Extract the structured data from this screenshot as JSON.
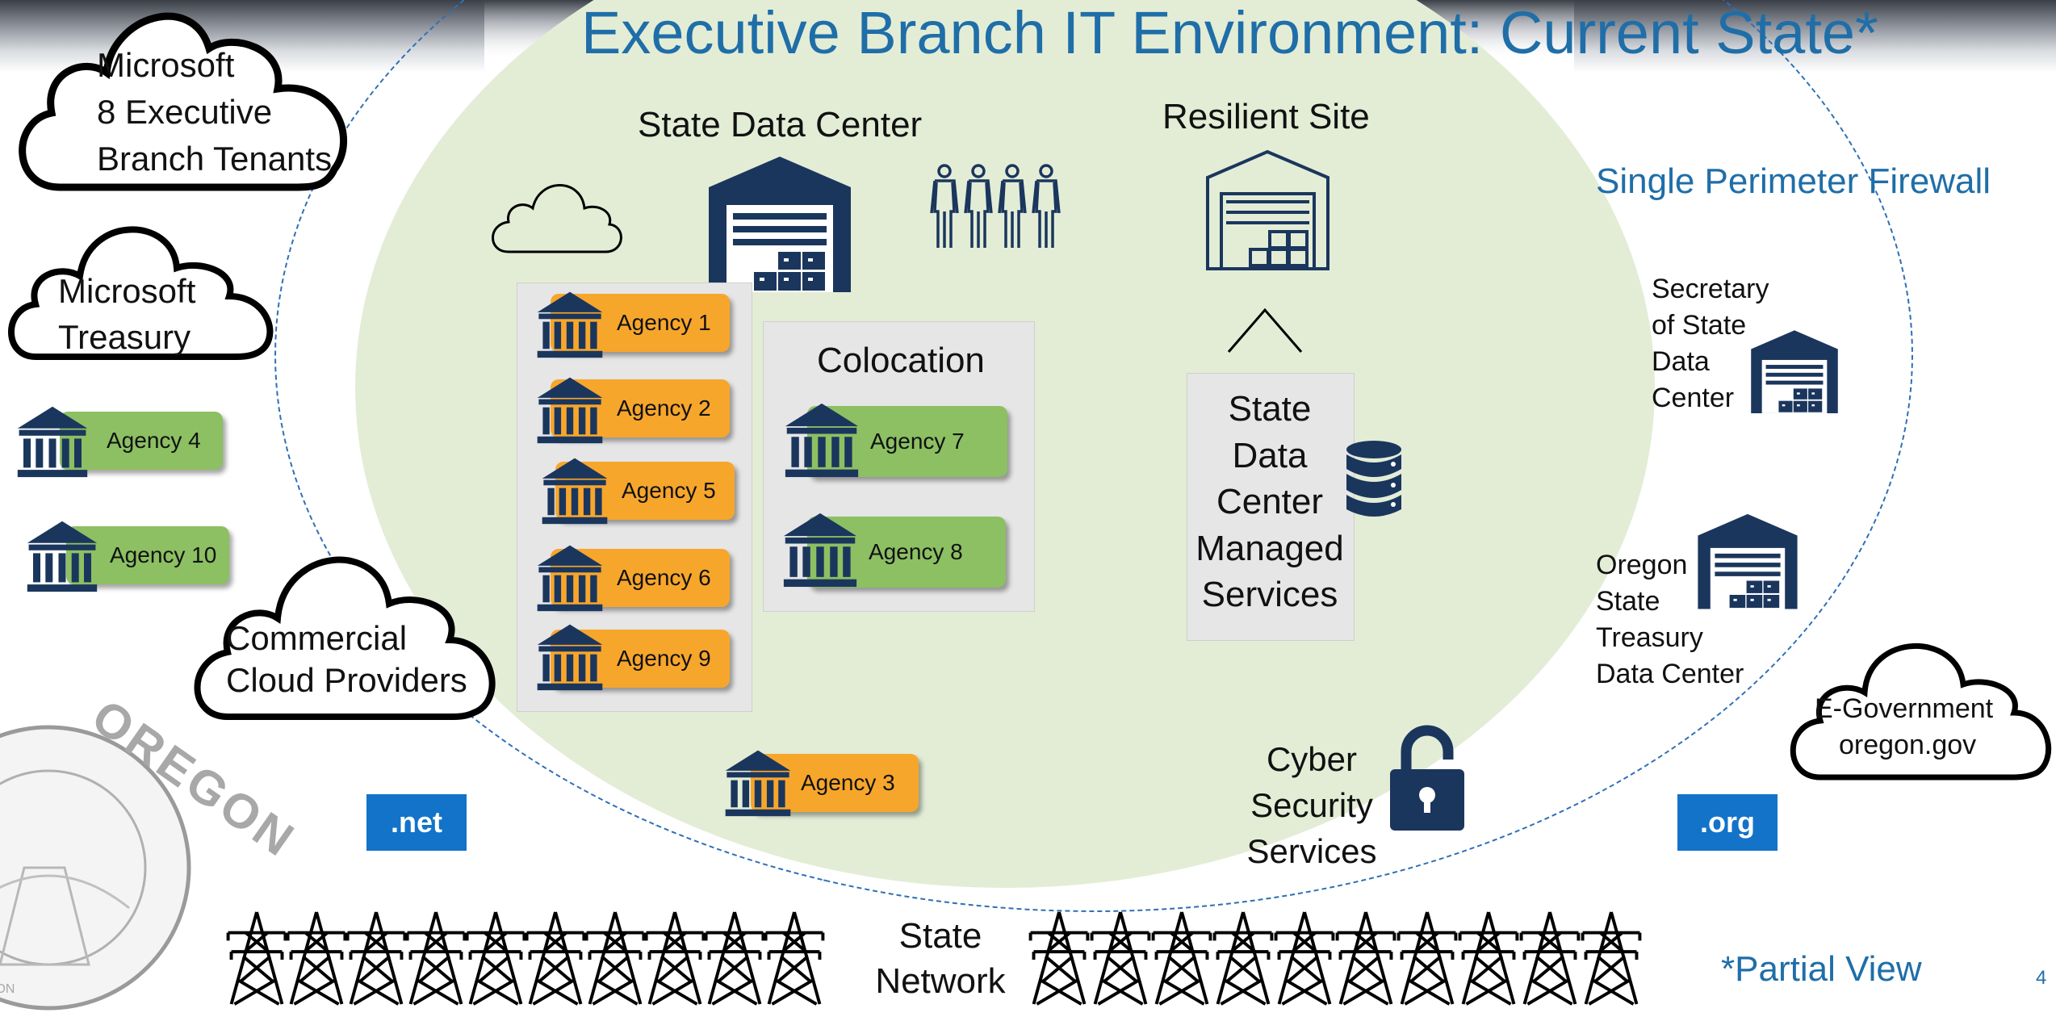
{
  "title": "Executive Branch IT Environment: Current State*",
  "footnote": "*Partial View",
  "page_number": "4",
  "clouds": {
    "microsoft_tenants": [
      "Microsoft",
      "8 Executive",
      "Branch Tenants"
    ],
    "microsoft_treasury": [
      "Microsoft",
      "Treasury"
    ],
    "commercial": [
      "Commercial",
      "Cloud Providers"
    ],
    "egov": [
      "E-Government",
      "oregon.gov"
    ]
  },
  "sites": {
    "state_data_center": "State Data Center",
    "resilient_site": "Resilient Site",
    "colocation": "Colocation",
    "managed_services": [
      "State",
      "Data",
      "Center",
      "Managed",
      "Services"
    ],
    "cyber_security": [
      "Cyber",
      "Security",
      "Services"
    ],
    "sos_dc": [
      "Secretary",
      "of State",
      "Data",
      "Center"
    ],
    "treasury_dc": [
      "Oregon",
      "State",
      "Treasury",
      "Data Center"
    ],
    "firewall": "Single Perimeter Firewall",
    "state_network": [
      "State",
      "Network"
    ]
  },
  "agencies": {
    "a1": "Agency 1",
    "a2": "Agency 2",
    "a3": "Agency 3",
    "a4": "Agency 4",
    "a5": "Agency 5",
    "a6": "Agency 6",
    "a7": "Agency 7",
    "a8": "Agency 8",
    "a9": "Agency 9",
    "a10": "Agency 10"
  },
  "tlds": {
    "net": ".net",
    "org": ".org"
  },
  "seal_text": [
    "OREGON",
    "ION"
  ],
  "colors": {
    "navy": "#1b365d",
    "orange": "#f7a62c",
    "green": "#8cc063",
    "blue": "#1273c9",
    "ellipse": "#e3edd6"
  }
}
